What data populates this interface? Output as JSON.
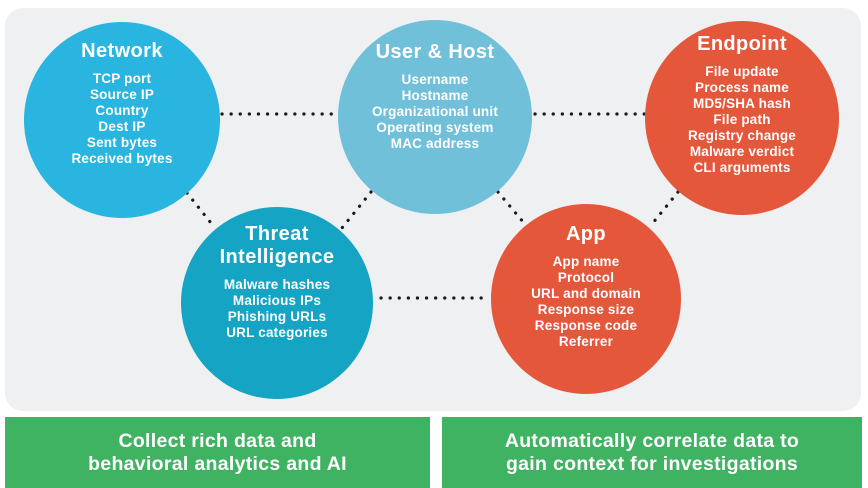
{
  "panel": {
    "bg": "#EEF0F1"
  },
  "connectors": {
    "color": "#1A1A1A",
    "style": "dotted"
  },
  "circles": [
    {
      "title": "Network",
      "color": "#29B5DF",
      "items": [
        "TCP port",
        "Source IP",
        "Country",
        "Dest IP",
        "Sent bytes",
        "Received bytes"
      ]
    },
    {
      "title": "User & Host",
      "color": "#70C0D9",
      "items": [
        "Username",
        "Hostname",
        "Organizational unit",
        "Operating system",
        "MAC address"
      ]
    },
    {
      "title": "Endpoint",
      "color": "#E4573B",
      "items": [
        "File update",
        "Process name",
        "MD5/SHA hash",
        "File path",
        "Registry change",
        "Malware verdict",
        "CLI arguments"
      ]
    },
    {
      "title": "Threat Intelligence",
      "color": "#16A4C5",
      "items": [
        "Malware hashes",
        "Malicious IPs",
        "Phishing URLs",
        "URL categories"
      ]
    },
    {
      "title": "App",
      "color": "#E4573B",
      "items": [
        "App name",
        "Protocol",
        "URL and domain",
        "Response size",
        "Response code",
        "Referrer"
      ]
    }
  ],
  "banners": [
    {
      "color": "#40B363",
      "lines": [
        "Collect rich data and",
        "behavioral analytics and AI"
      ]
    },
    {
      "color": "#40B363",
      "lines": [
        "Automatically correlate data to",
        "gain context for investigations"
      ]
    }
  ]
}
